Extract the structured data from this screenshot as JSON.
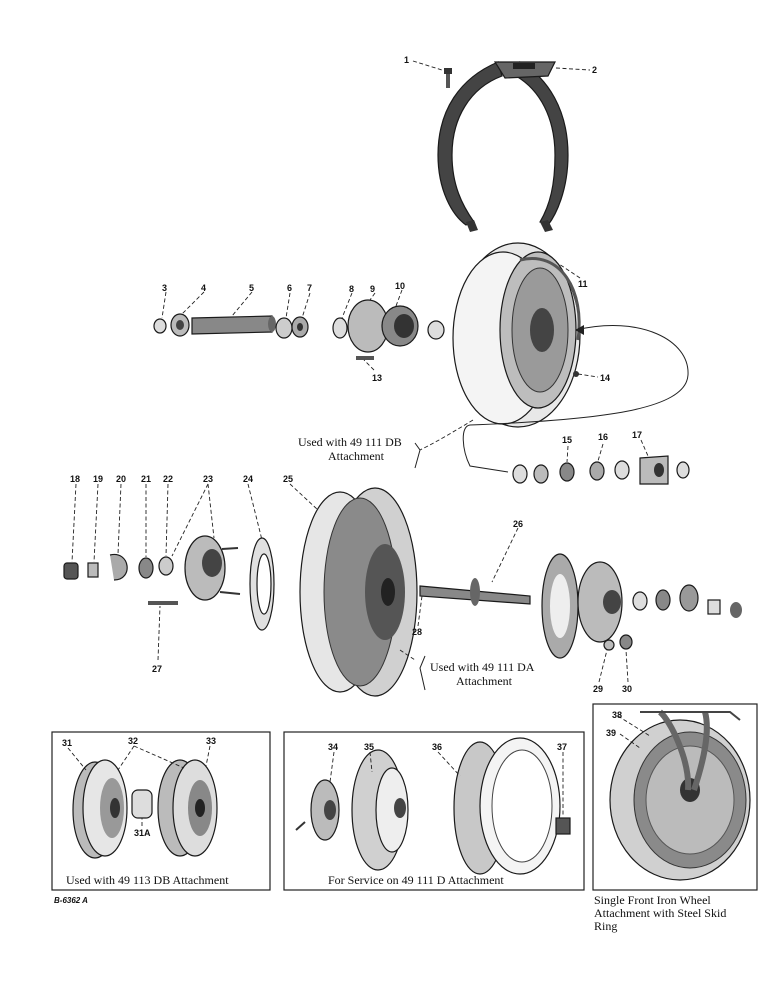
{
  "callouts": {
    "c1": "1",
    "c2": "2",
    "c3": "3",
    "c4": "4",
    "c5": "5",
    "c6": "6",
    "c7": "7",
    "c8": "8",
    "c9": "9",
    "c10": "10",
    "c11": "11",
    "c13": "13",
    "c14": "14",
    "c15": "15",
    "c16": "16",
    "c17": "17",
    "c18": "18",
    "c19": "19",
    "c20": "20",
    "c21": "21",
    "c22": "22",
    "c23": "23",
    "c24": "24",
    "c25": "25",
    "c26": "26",
    "c27": "27",
    "c28": "28",
    "c29": "29",
    "c30": "30",
    "c31": "31",
    "c31a": "31A",
    "c32": "32",
    "c33": "33",
    "c34": "34",
    "c35": "35",
    "c36": "36",
    "c37": "37",
    "c38": "38",
    "c39": "39"
  },
  "captions": {
    "used_db_line1": "Used with 49 111 DB",
    "used_db_line2": "Attachment",
    "used_da_line1": "Used with 49 111 DA",
    "used_da_line2": "Attachment",
    "box1": "Used with 49 113 DB Attachment",
    "box2": "For Service on 49 111 D Attachment",
    "single_line1": "Single Front Iron Wheel",
    "single_line2": "Attachment with Steel Skid",
    "single_line3": "Ring"
  },
  "drawing_code": "B-6362 A"
}
